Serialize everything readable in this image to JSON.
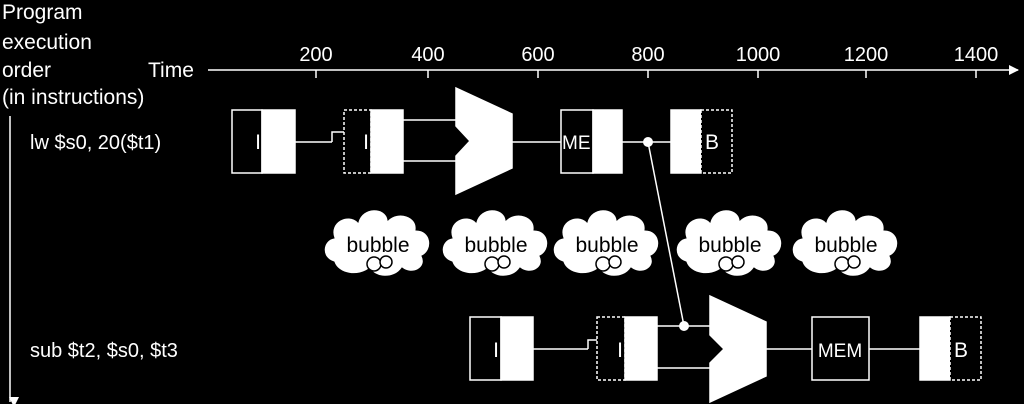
{
  "axis": {
    "left_label_lines": [
      "Program",
      "execution",
      "order",
      "(in instructions)"
    ],
    "time_label": "Time",
    "ticks": [
      "200",
      "400",
      "600",
      "800",
      "1000",
      "1200",
      "1400"
    ]
  },
  "instructions": [
    {
      "label": "lw $s0, 20($t1)",
      "stages": {
        "if": "I",
        "reg": "I",
        "mem": "ME",
        "wb": "B"
      }
    },
    {
      "label": "sub $t2, $s0, $t3",
      "stages": {
        "if": "I",
        "reg": "I",
        "mem": "MEM",
        "wb": "B"
      }
    }
  ],
  "bubble_label": "bubble",
  "bubbles": [
    "bubble",
    "bubble",
    "bubble",
    "bubble",
    "bubble"
  ]
}
